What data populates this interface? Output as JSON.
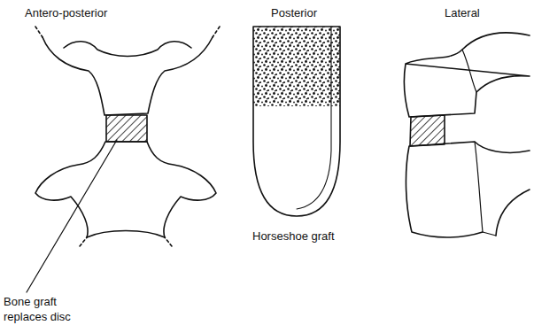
{
  "diagram": {
    "labels": [
      "Antero-posterior",
      "Posterior",
      "Lateral",
      "Horseshoe graft",
      "Bone graft replaces disc"
    ]
  }
}
